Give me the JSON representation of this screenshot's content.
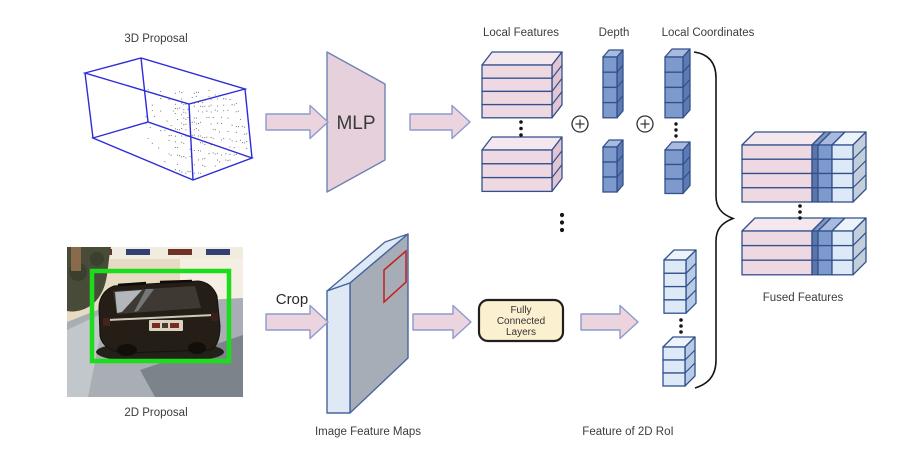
{
  "diagram": {
    "type": "architecture-diagram",
    "description": "Fusion of 3D proposal point features with 2D image RoI features",
    "labels": {
      "proposal_3d": "3D Proposal",
      "proposal_2d": "2D Proposal",
      "mlp": "MLP",
      "crop": "Crop",
      "local_features": "Local Features",
      "depth": "Depth",
      "local_coordinates": "Local Coordinates",
      "image_feature_maps": "Image Feature Maps",
      "feature_of_2d_roi": "Feature of 2D RoI",
      "fused_features": "Fused Features"
    },
    "fc_lines": [
      "Fully",
      "Connected",
      "Layers"
    ],
    "operators": {
      "add": "⊕"
    },
    "stacks": {
      "local_features": {
        "top_layers": 4,
        "bottom_layers": 3
      },
      "depth": {
        "top_cells": 4,
        "bottom_cells": 3
      },
      "local_coordinates": {
        "top_cells": 4,
        "bottom_cells": 3
      },
      "feature_of_2d_roi": {
        "top_cells": 4,
        "bottom_cells": 3
      },
      "fused": {
        "top_layers": 4,
        "bottom_layers": 3,
        "segments": [
          "local-features",
          "depth",
          "local-coordinates",
          "image-roi-features"
        ]
      }
    },
    "colors": {
      "edge": "#32508c",
      "pink_front": "#eed9e3",
      "pink_top": "#f5e7ee",
      "pink_side": "#e2c5d3",
      "blue_front": "#7e99cc",
      "blue_top": "#a9badf",
      "blue_side": "#5d7bb2",
      "lightblue_front": "#dde9f7",
      "lightblue_top": "#edf3fb",
      "lightblue_side": "#b8cbe6",
      "darkblue_front": "#5b76a8",
      "darkblue_top": "#8097c2",
      "fused_side": "#c3cedb",
      "arrow_fill": "#ebd4dd",
      "arrow_stroke": "#8b9bce",
      "mlp_fill": "#e6d0dc",
      "mlp_stroke": "#6d83b5",
      "fc_fill": "#fbf0cf",
      "fc_stroke": "#1f1f1f",
      "slab_gray": "#a7adb6",
      "slab_lightblue": "#dfe9f5",
      "slab_stroke": "#47659e",
      "wireframe_blue": "#2d2dd8",
      "bbox_green": "#1bdd1b",
      "roi_red": "#c41f1f",
      "brace_color": "#141414"
    }
  }
}
